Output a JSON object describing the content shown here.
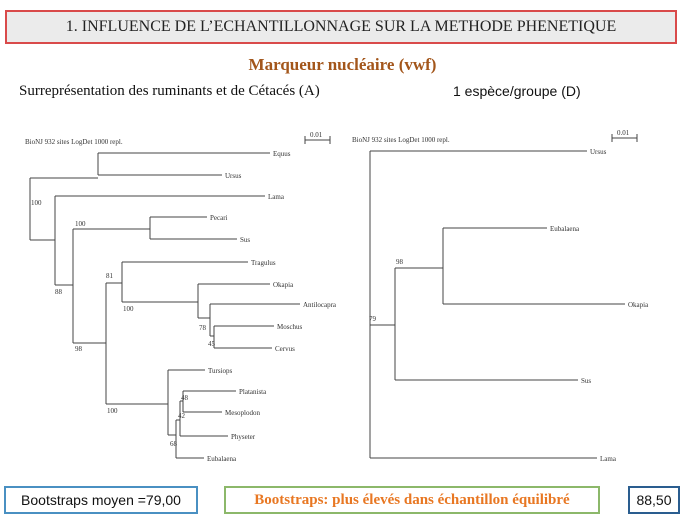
{
  "title": "1. INFLUENCE DE L’ECHANTILLONNAGE SUR LA METHODE PHENETIQUE",
  "subtitle": "Marqueur nucléaire (vwf)",
  "label_left": "Surreprésentation des ruminants et de Cétacés (A)",
  "label_right": "1 espèce/groupe (D)",
  "tree_left": {
    "header": "BioNJ 932 sites LogDet 1000 repl.",
    "scale": "0.01",
    "taxa": [
      "Equus",
      "Ursus",
      "Lama",
      "Pecari",
      "Sus",
      "Tragulus",
      "Okapia",
      "Antilocapra",
      "Moschus",
      "Cervus",
      "Tursiops",
      "Platanista",
      "Mesoplodon",
      "Physeter",
      "Eubalaena"
    ],
    "bootstraps": [
      "100",
      "100",
      "88",
      "81",
      "100",
      "78",
      "45",
      "98",
      "100",
      "48",
      "42",
      "68"
    ]
  },
  "tree_right": {
    "header": "BioNJ 932 sites LogDet 1000 repl.",
    "scale": "0.01",
    "taxa": [
      "Ursus",
      "Eubalaena",
      "Okapia",
      "Sus",
      "Lama"
    ],
    "bootstraps": [
      "98",
      "79"
    ]
  },
  "footer": {
    "left": "Bootstraps moyen =79,00",
    "center": "Bootstraps: plus élevés dans échantillon équilibré",
    "right": "88,50"
  },
  "colors": {
    "title_border": "#d94a4a",
    "subtitle": "#a3561b",
    "box_left_border": "#4a90c2",
    "box_center_border": "#8cb86a",
    "box_center_text": "#e87722",
    "box_right_border": "#2a5d8f"
  }
}
